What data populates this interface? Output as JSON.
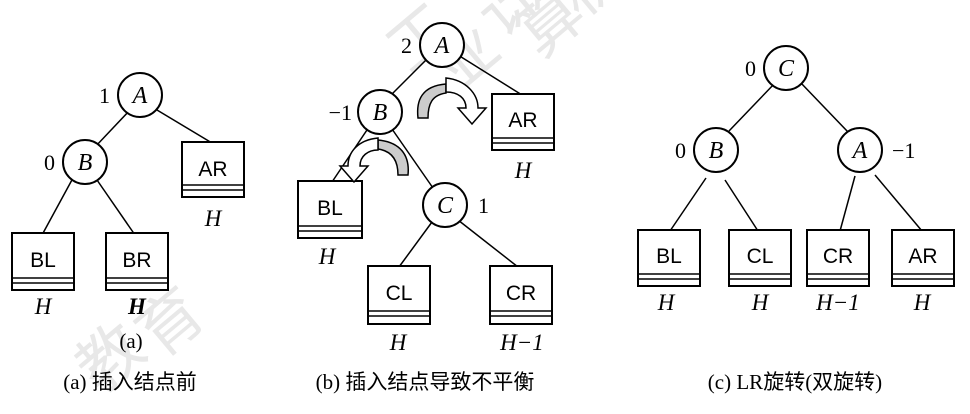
{
  "watermark": [
    "工",
    "业",
    "计",
    "算",
    "机",
    "教",
    "育"
  ],
  "panel_a": {
    "nodes": {
      "A": "A",
      "B": "B"
    },
    "factors": {
      "A": "1",
      "B": "0"
    },
    "subtrees": {
      "BL": "BL",
      "BR": "BR",
      "AR": "AR"
    },
    "heights": {
      "BL": "H",
      "BR": "H",
      "AR": "H"
    },
    "sub_caption": "(a)",
    "caption": "(a) 插入结点前"
  },
  "panel_b": {
    "nodes": {
      "A": "A",
      "B": "B",
      "C": "C"
    },
    "factors": {
      "A": "2",
      "B": "−1",
      "C": "1"
    },
    "subtrees": {
      "BL": "BL",
      "CL": "CL",
      "CR": "CR",
      "AR": "AR"
    },
    "heights": {
      "BL": "H",
      "CL": "H",
      "CR": "H−1",
      "AR": "H"
    },
    "caption": "(b) 插入结点导致不平衡"
  },
  "panel_c": {
    "nodes": {
      "C": "C",
      "B": "B",
      "A": "A"
    },
    "factors": {
      "C": "0",
      "B": "0",
      "A": "−1"
    },
    "subtrees": {
      "BL": "BL",
      "CL": "CL",
      "CR": "CR",
      "AR": "AR"
    },
    "heights": {
      "BL": "H",
      "CL": "H",
      "CR": "H−1",
      "AR": "H"
    },
    "caption": "(c) LR旋转(双旋转)"
  }
}
